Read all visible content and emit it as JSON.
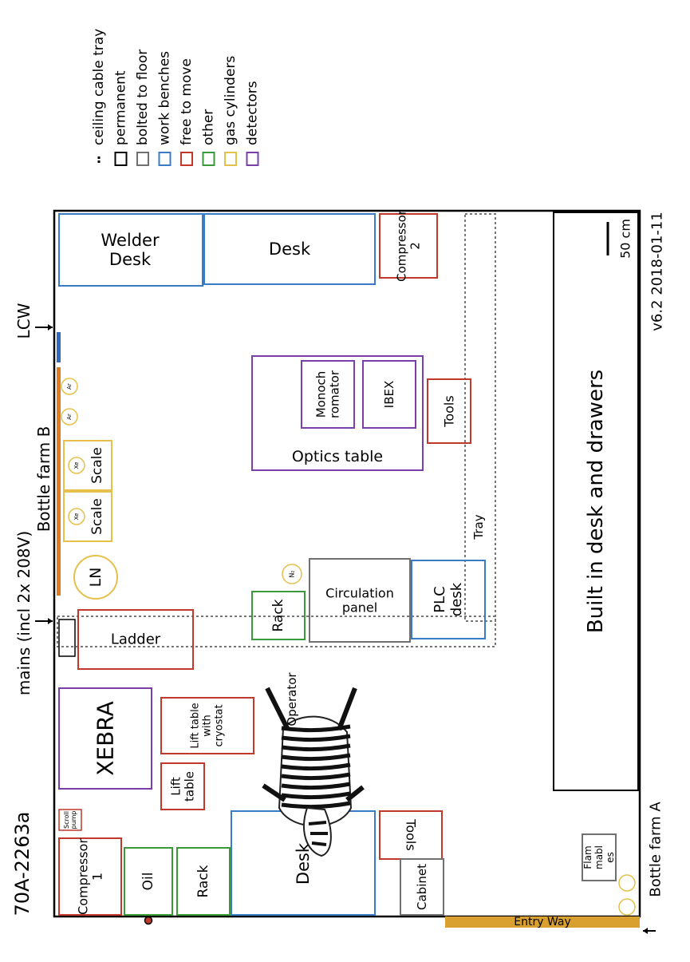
{
  "room_id": "70A-2263a",
  "version": "v6.2 2018-01-11",
  "scale_label": "50 cm",
  "colors": {
    "permanent": "#000000",
    "bolted": "#707070",
    "workbench": "#3a7bc8",
    "free": "#c0392b",
    "other": "#3a9a3a",
    "gas": "#e5c04a",
    "detectors": "#7a3fa8",
    "orange_strip": "#e07b20",
    "entry_strip": "#d9a030",
    "lcw_strip": "#2d6bbf"
  },
  "legend": [
    {
      "label": "ceiling cable tray",
      "symbol": "dashes"
    },
    {
      "label": "permanent",
      "color_key": "permanent"
    },
    {
      "label": "bolted to floor",
      "color_key": "bolted"
    },
    {
      "label": "work benches",
      "color_key": "workbench"
    },
    {
      "label": "free to move",
      "color_key": "free"
    },
    {
      "label": "other",
      "color_key": "other"
    },
    {
      "label": "gas cylinders",
      "color_key": "gas"
    },
    {
      "label": "detectors",
      "color_key": "detectors"
    }
  ],
  "outside_labels": {
    "lcw": "LCW",
    "bottle_farm_b": "Bottle farm B",
    "mains": "mains (incl 2x 208V)",
    "bottle_farm_a": "Bottle farm A",
    "entry_way": "Entry Way"
  },
  "items": {
    "welder_desk": [
      "Welder",
      "Desk"
    ],
    "desk_top": [
      "Desk"
    ],
    "compressor2": [
      "Compressor",
      "2"
    ],
    "tray": [
      "Tray"
    ],
    "monochromator": [
      "Monoch",
      "romator"
    ],
    "ibex": [
      "IBEX"
    ],
    "tools_top": [
      "Tools"
    ],
    "optics_table": [
      "Optics table"
    ],
    "built_in_desk": [
      "Built in desk and drawers"
    ],
    "ln": [
      "LN"
    ],
    "scale1": [
      "Scale"
    ],
    "scale2": [
      "Scale"
    ],
    "xe": "Xe",
    "ar": "Ar",
    "n2": "N₂",
    "circulation": [
      "Circulation",
      "panel"
    ],
    "plc": [
      "PLC",
      "desk"
    ],
    "rack_mid": [
      "Rack"
    ],
    "ladder": [
      "Ladder"
    ],
    "xebra": [
      "XEBRA"
    ],
    "lift_table_cryo": [
      "Lift table",
      "with",
      "cryostat"
    ],
    "lift_table": [
      "Lift",
      "table"
    ],
    "operator": [
      "Operator"
    ],
    "scroll_pump": [
      "Scroll",
      "pump"
    ],
    "compressor1": [
      "Compressor",
      "1"
    ],
    "oil": [
      "Oil"
    ],
    "rack_bottom": [
      "Rack"
    ],
    "desk_bottom": [
      "Desk"
    ],
    "cabinet": [
      "Cabinet"
    ],
    "tools_bottom": [
      "Tools"
    ],
    "flammables": [
      "Flam",
      "mabl",
      "es"
    ]
  }
}
